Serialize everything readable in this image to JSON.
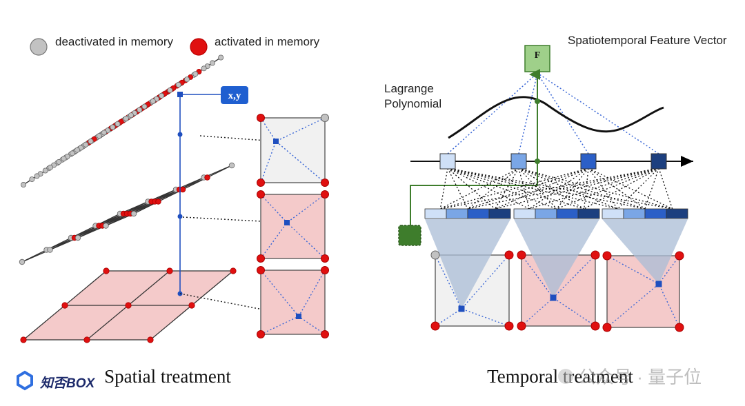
{
  "legend": {
    "deactivated_label": "deactivated in memory",
    "activated_label": "activated in memory",
    "deactivated_color": "#c2c2c2",
    "activated_color": "#e01010"
  },
  "spatial": {
    "coord_label": "x,y",
    "caption": "Spatial treatment"
  },
  "temporal": {
    "feature_label": "F",
    "feature_title": "Spatiotemporal Feature Vector",
    "lagrange_line1": "Lagrange",
    "lagrange_line2": "Polynomial",
    "caption": "Temporal treatment"
  },
  "colors": {
    "pink_fill": "#f4caca",
    "gray_fill": "#f1f1f1",
    "blue_point": "#1f4fbf",
    "blue_dotted": "#3a67d6",
    "green": "#3e7d2c",
    "green_fill": "#9fd08a",
    "cone_fill": "#a9bcd6",
    "time_block_shades": [
      "#cfe0f7",
      "#7aa6e6",
      "#2b5fc7",
      "#1c3f7f"
    ]
  },
  "watermark": {
    "left_logo_text": "知否BOX",
    "right_text": "公众号 · 量子位"
  }
}
